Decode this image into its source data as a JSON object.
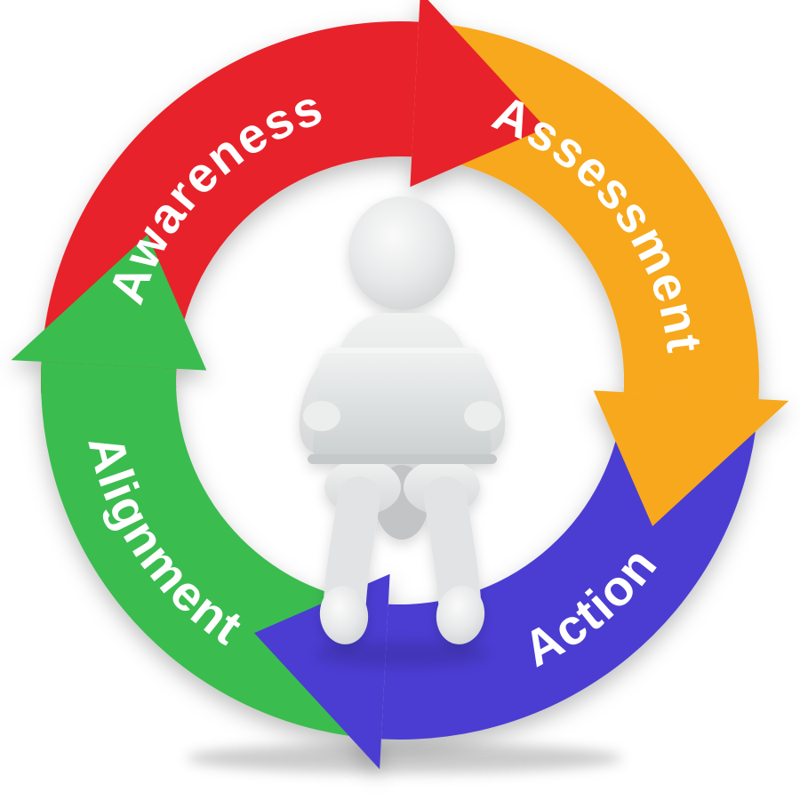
{
  "diagram": {
    "type": "cycle-arrows",
    "direction": "clockwise",
    "background_color": "#ffffff",
    "text_color": "#ffffff",
    "segments": [
      {
        "label": "Awareness",
        "color": "#e8222a",
        "position": "top-left"
      },
      {
        "label": "Assessment",
        "color": "#f7a81b",
        "position": "right"
      },
      {
        "label": "Action",
        "color": "#4b3ed2",
        "position": "bottom-right"
      },
      {
        "label": "Alignment",
        "color": "#3abc4f",
        "position": "left"
      }
    ],
    "center_figure": "3d-person-sitting-with-laptop",
    "figure_color": "#e4e5e6"
  }
}
